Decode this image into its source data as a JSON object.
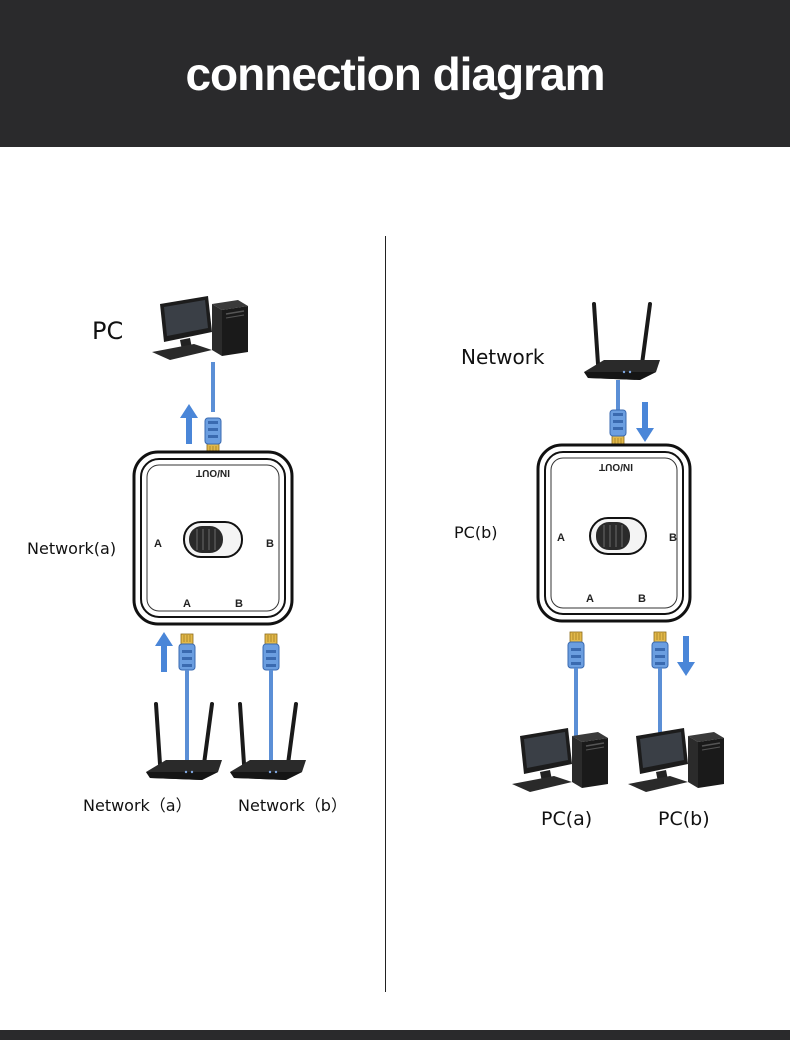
{
  "title": "connection diagram",
  "left": {
    "top_label": "PC",
    "side_label": "Network(a)",
    "bottom_label_a": "Network（a）",
    "bottom_label_b": "Network（b）"
  },
  "right": {
    "top_label": "Network",
    "side_label": "PC(b)",
    "bottom_label_a": "PC(a)",
    "bottom_label_b": "PC(b)"
  },
  "switch": {
    "top_port": "IN/OUT",
    "side_a": "A",
    "side_b": "B",
    "bottom_a": "A",
    "bottom_b": "B"
  },
  "colors": {
    "header_bg": "#2a2a2c",
    "cable": "#5b8fd6",
    "arrow": "#4a86d8",
    "connector": "#e0b23a"
  }
}
